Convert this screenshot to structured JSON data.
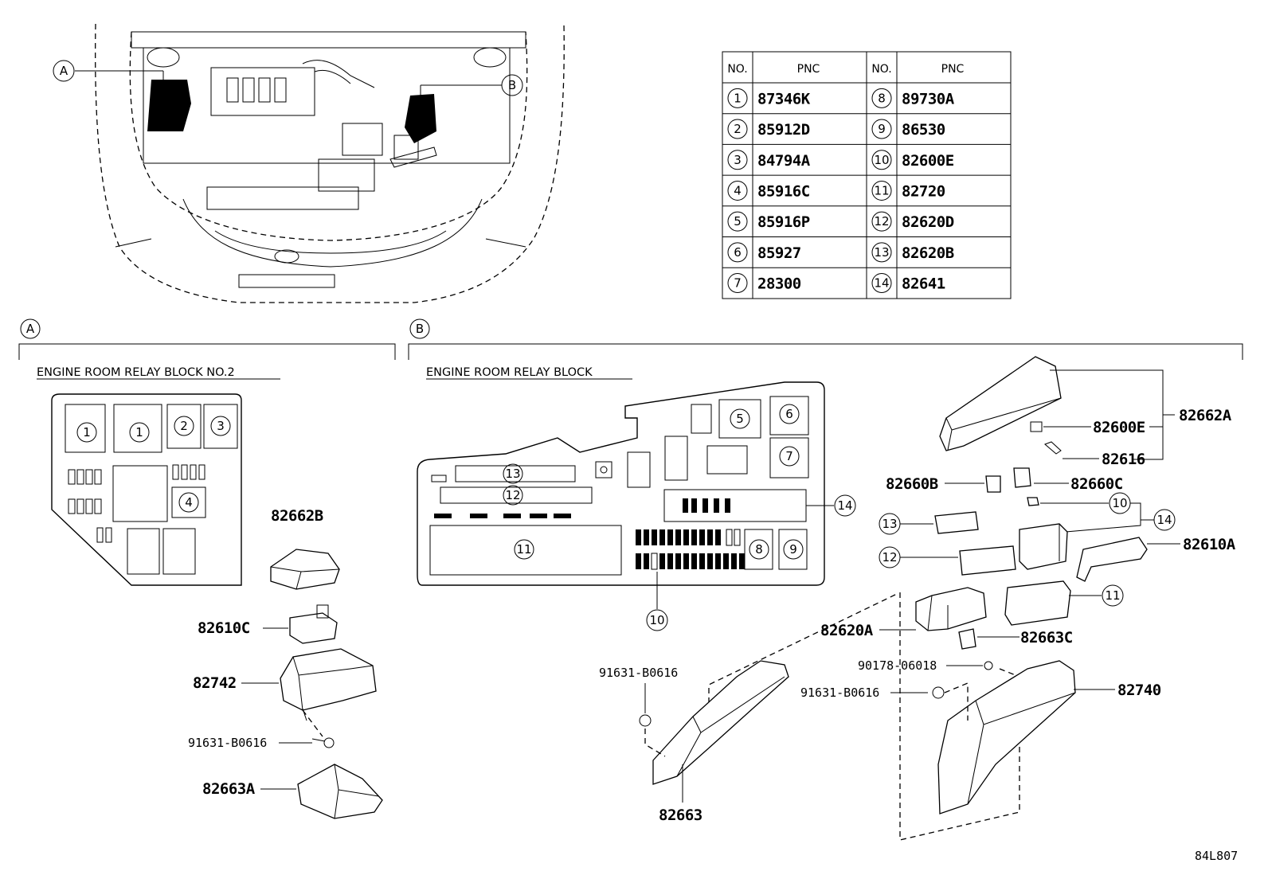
{
  "views": {
    "a_marker": "A",
    "b_marker": "B"
  },
  "sections": {
    "a": {
      "marker": "A",
      "title": "ENGINE ROOM RELAY BLOCK NO.2"
    },
    "b": {
      "marker": "B",
      "title": "ENGINE ROOM RELAY BLOCK"
    }
  },
  "table": {
    "headers": [
      "NO.",
      "PNC",
      "NO.",
      "PNC"
    ],
    "rows": [
      {
        "no_l": "1",
        "pnc_l": "87346K",
        "no_r": "8",
        "pnc_r": "89730A"
      },
      {
        "no_l": "2",
        "pnc_l": "85912D",
        "no_r": "9",
        "pnc_r": "86530"
      },
      {
        "no_l": "3",
        "pnc_l": "84794A",
        "no_r": "10",
        "pnc_r": "82600E"
      },
      {
        "no_l": "4",
        "pnc_l": "85916C",
        "no_r": "11",
        "pnc_r": "82720"
      },
      {
        "no_l": "5",
        "pnc_l": "85916P",
        "no_r": "12",
        "pnc_r": "82620D"
      },
      {
        "no_l": "6",
        "pnc_l": "85927",
        "no_r": "13",
        "pnc_r": "82620B"
      },
      {
        "no_l": "7",
        "pnc_l": "28300",
        "no_r": "14",
        "pnc_r": "82641"
      }
    ]
  },
  "block_a": {
    "slots": [
      "1",
      "1",
      "2",
      "3",
      "4"
    ]
  },
  "block_b": {
    "slots": [
      "13",
      "12",
      "11",
      "5",
      "6",
      "7",
      "8",
      "9",
      "14",
      "10"
    ]
  },
  "parts_a": {
    "p1": "82662B",
    "p2": "82610C",
    "p3": "82742",
    "p4": "91631-B0616",
    "p5": "82663A"
  },
  "parts_b": {
    "p_82662A": "82662A",
    "p_82600E": "82600E",
    "p_82616": "82616",
    "p_82660B": "82660B",
    "p_82660C": "82660C",
    "p_82610A": "82610A",
    "p_82620A": "82620A",
    "p_82663C": "82663C",
    "p_90178": "90178-06018",
    "p_91631_l": "91631-B0616",
    "p_91631_r": "91631-B0616",
    "p_82740": "82740",
    "p_82663": "82663",
    "c_10": "10",
    "c_14": "14",
    "c_13": "13",
    "c_12": "12",
    "c_11": "11"
  },
  "ref_code": "84L807"
}
